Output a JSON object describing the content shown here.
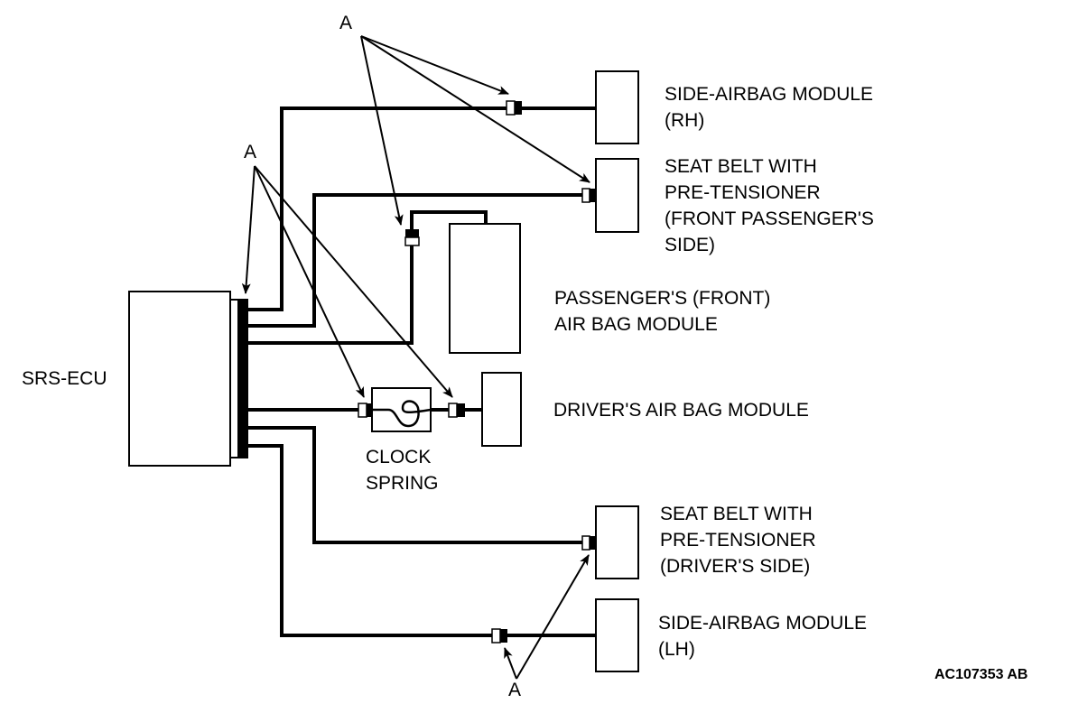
{
  "diagram": {
    "title_code": "AC107353 AB",
    "callout_letter": "A",
    "colors": {
      "line": "#000000",
      "background": "#ffffff"
    },
    "components": {
      "ecu": {
        "label": "SRS-ECU"
      },
      "side_airbag_rh": {
        "label_lines": [
          "SIDE-AIRBAG MODULE",
          "(RH)"
        ]
      },
      "seatbelt_front_passenger": {
        "label_lines": [
          "SEAT BELT WITH",
          "PRE-TENSIONER",
          "(FRONT PASSENGER'S",
          "SIDE)"
        ]
      },
      "passenger_front_airbag": {
        "label_lines": [
          "PASSENGER'S (FRONT)",
          "AIR BAG MODULE"
        ]
      },
      "driver_airbag": {
        "label": "DRIVER'S AIR BAG MODULE"
      },
      "clock_spring": {
        "label_lines": [
          "CLOCK",
          "SPRING"
        ]
      },
      "seatbelt_driver": {
        "label_lines": [
          "SEAT BELT WITH",
          "PRE-TENSIONER",
          "(DRIVER'S SIDE)"
        ]
      },
      "side_airbag_lh": {
        "label_lines": [
          "SIDE-AIRBAG MODULE",
          "(LH)"
        ]
      }
    }
  }
}
